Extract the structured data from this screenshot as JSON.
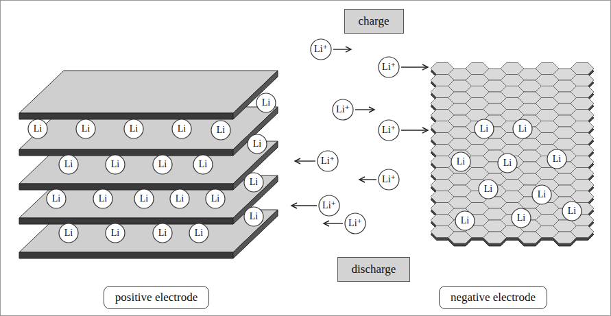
{
  "diagram": {
    "nodes": [
      {
        "text": [
          "charge"
        ]
      },
      {
        "text": [
          "Li⁺"
        ]
      },
      {
        "text": [
          "Li⁺"
        ]
      },
      {
        "text": [
          "Li⁺"
        ]
      },
      {
        "text": [
          "Li⁺"
        ]
      },
      {
        "text": [
          "Li⁺"
        ]
      },
      {
        "text": [
          "Li⁺"
        ]
      },
      {
        "text": [
          "Li⁺"
        ]
      },
      {
        "text": [
          "Li⁺"
        ]
      },
      {
        "text": [
          "Li"
        ]
      },
      {
        "text": [
          "Li"
        ]
      },
      {
        "text": [
          "Li"
        ]
      },
      {
        "text": [
          "Li"
        ]
      },
      {
        "text": [
          "Li"
        ]
      },
      {
        "text": [
          "Li"
        ]
      },
      {
        "text": [
          "Li"
        ]
      },
      {
        "text": [
          "Li"
        ]
      },
      {
        "text": [
          "Li"
        ]
      },
      {
        "text": [
          "Li"
        ]
      },
      {
        "text": [
          "Li"
        ]
      },
      {
        "text": [
          "Li"
        ]
      },
      {
        "text": [
          "Li"
        ]
      },
      {
        "text": [
          "Li"
        ]
      },
      {
        "text": [
          "Li"
        ]
      },
      {
        "text": [
          "Li"
        ]
      },
      {
        "text": [
          "Li"
        ]
      },
      {
        "text": [
          "Li"
        ]
      },
      {
        "text": [
          "Li"
        ]
      },
      {
        "text": [
          "Li"
        ]
      },
      {
        "text": [
          "Li"
        ]
      },
      {
        "text": [
          "Li"
        ]
      },
      {
        "text": [
          "Li"
        ]
      },
      {
        "text": [
          "Li"
        ]
      },
      {
        "text": [
          "Li"
        ]
      },
      {
        "text": [
          "Li"
        ]
      },
      {
        "text": [
          "Li"
        ]
      },
      {
        "text": [
          "Li"
        ]
      },
      {
        "text": [
          "Li"
        ]
      },
      {
        "text": [
          "Li"
        ]
      },
      {
        "text": [
          "Li"
        ]
      },
      {
        "text": [
          "Li"
        ]
      },
      {
        "text": [
          "discharge"
        ]
      },
      {
        "text": [
          "positive electrode"
        ]
      },
      {
        "text": [
          "negative electrode"
        ]
      }
    ]
  }
}
